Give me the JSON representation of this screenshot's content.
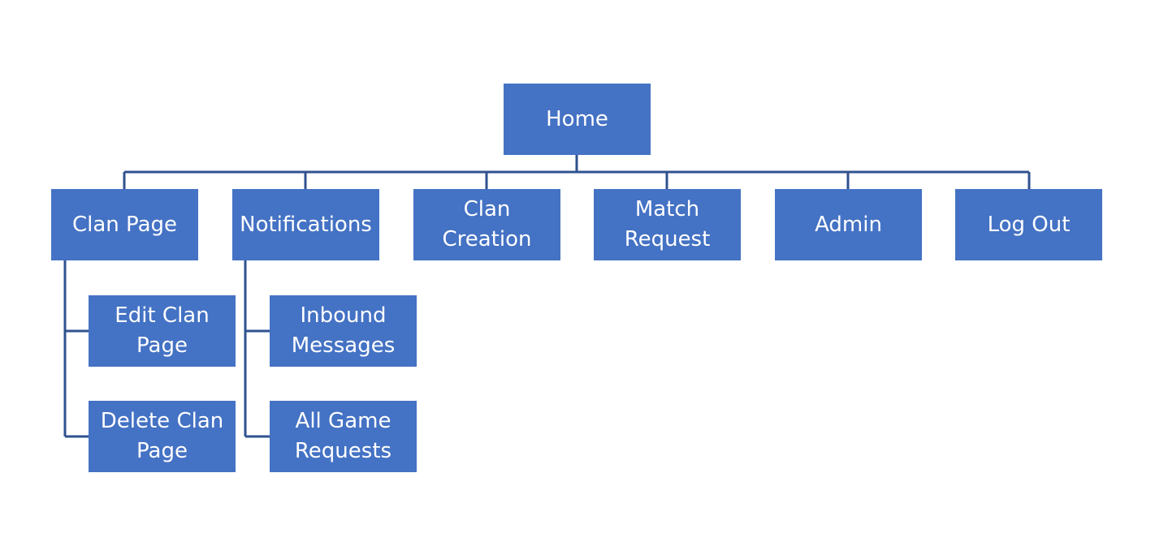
{
  "diagram": {
    "root": {
      "label": "Home"
    },
    "children": [
      {
        "label": "Clan Page"
      },
      {
        "label": "Notifications"
      },
      {
        "label": "Clan\nCreation"
      },
      {
        "label": "Match\nRequest"
      },
      {
        "label": "Admin"
      },
      {
        "label": "Log Out"
      }
    ],
    "clan_page_children": [
      {
        "label": "Edit Clan\nPage"
      },
      {
        "label": "Delete Clan\nPage"
      }
    ],
    "notifications_children": [
      {
        "label": "Inbound\nMessages"
      },
      {
        "label": "All Game\nRequests"
      }
    ],
    "colors": {
      "node_fill": "#4472C4",
      "connector": "#2F528F",
      "node_text": "#FFFFFF"
    }
  }
}
